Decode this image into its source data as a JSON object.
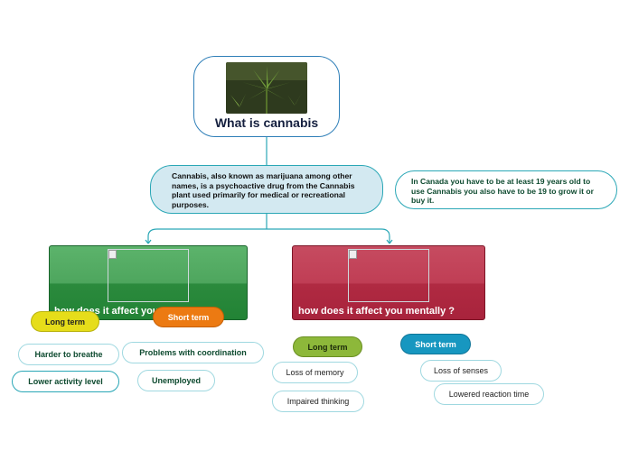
{
  "root": {
    "title": "What is cannabis",
    "image_alt": "cannabis plant photo"
  },
  "definition": {
    "text": "Cannabis, also known as marijuana among other names, is a psychoactive drug from the Cannabis plant used primarily for medical or recreational purposes."
  },
  "canada": {
    "text": "In Canada you have to be at least 19 years old to use Cannabis you also have to be  19 to grow it or buy it."
  },
  "physical": {
    "title": "how does it affect you physically ?",
    "long_term": {
      "label": "Long term",
      "items": [
        "Harder to breathe",
        "Lower activity level"
      ]
    },
    "short_term": {
      "label": "Short term",
      "items": [
        "Problems with coordination",
        "Unemployed"
      ]
    }
  },
  "mental": {
    "title": "how does it affect you mentally ?",
    "long_term": {
      "label": "Long term",
      "items": [
        "Loss of memory",
        "Impaired thinking"
      ]
    },
    "short_term": {
      "label": "Short term",
      "items": [
        "Loss of senses",
        "Lowered reaction time"
      ]
    }
  },
  "colors": {
    "green_card": "#2b8a3d",
    "red_card": "#b02a42",
    "connector": "#2aa7b6",
    "long_term_phys": "#e6dd1a",
    "short_term_phys": "#ec7a12",
    "long_term_mental": "#8db83a",
    "short_term_mental": "#1797c0"
  }
}
